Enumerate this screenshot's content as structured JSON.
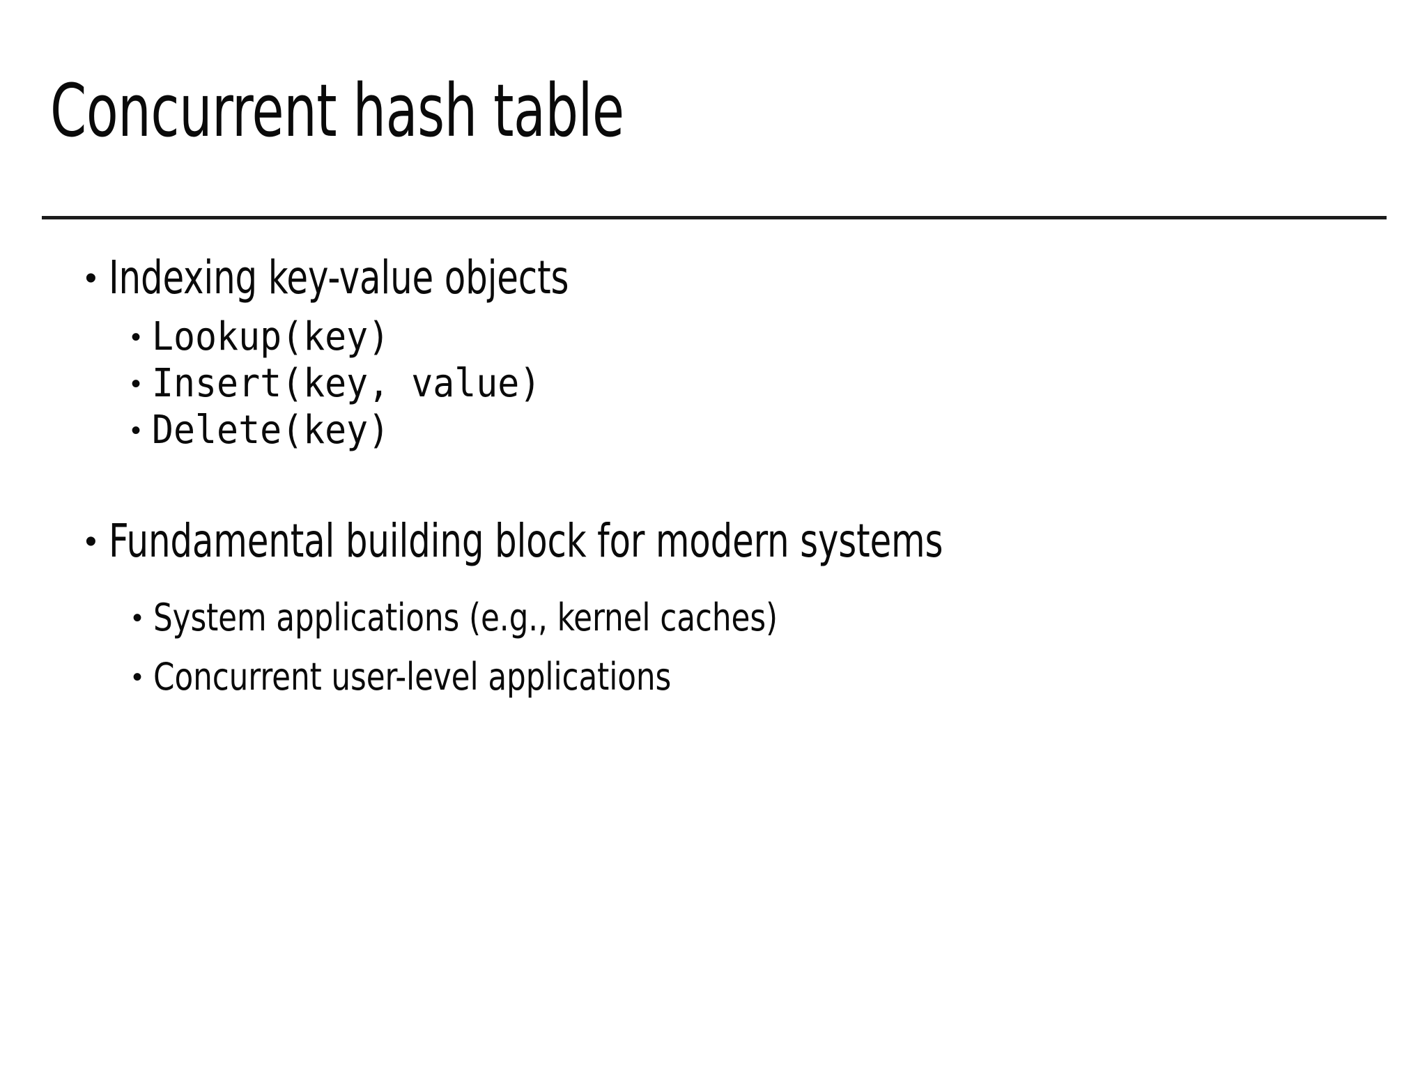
{
  "slide": {
    "title": "Concurrent hash table",
    "bullet_glyph": "•",
    "divider_color": "#1c1c1c",
    "text_color": "#0a0a0a",
    "background_color": "#ffffff",
    "sections": [
      {
        "heading": "Indexing key-value objects",
        "children": [
          {
            "label": "Lookup(key)",
            "style": "code"
          },
          {
            "label": "Insert(key, value)",
            "style": "code"
          },
          {
            "label": "Delete(key)",
            "style": "code"
          }
        ]
      },
      {
        "heading": "Fundamental building block for modern systems",
        "children": [
          {
            "label": "System applications (e.g., kernel caches)",
            "style": "text"
          },
          {
            "label": "Concurrent user-level applications",
            "style": "text"
          }
        ]
      }
    ]
  }
}
